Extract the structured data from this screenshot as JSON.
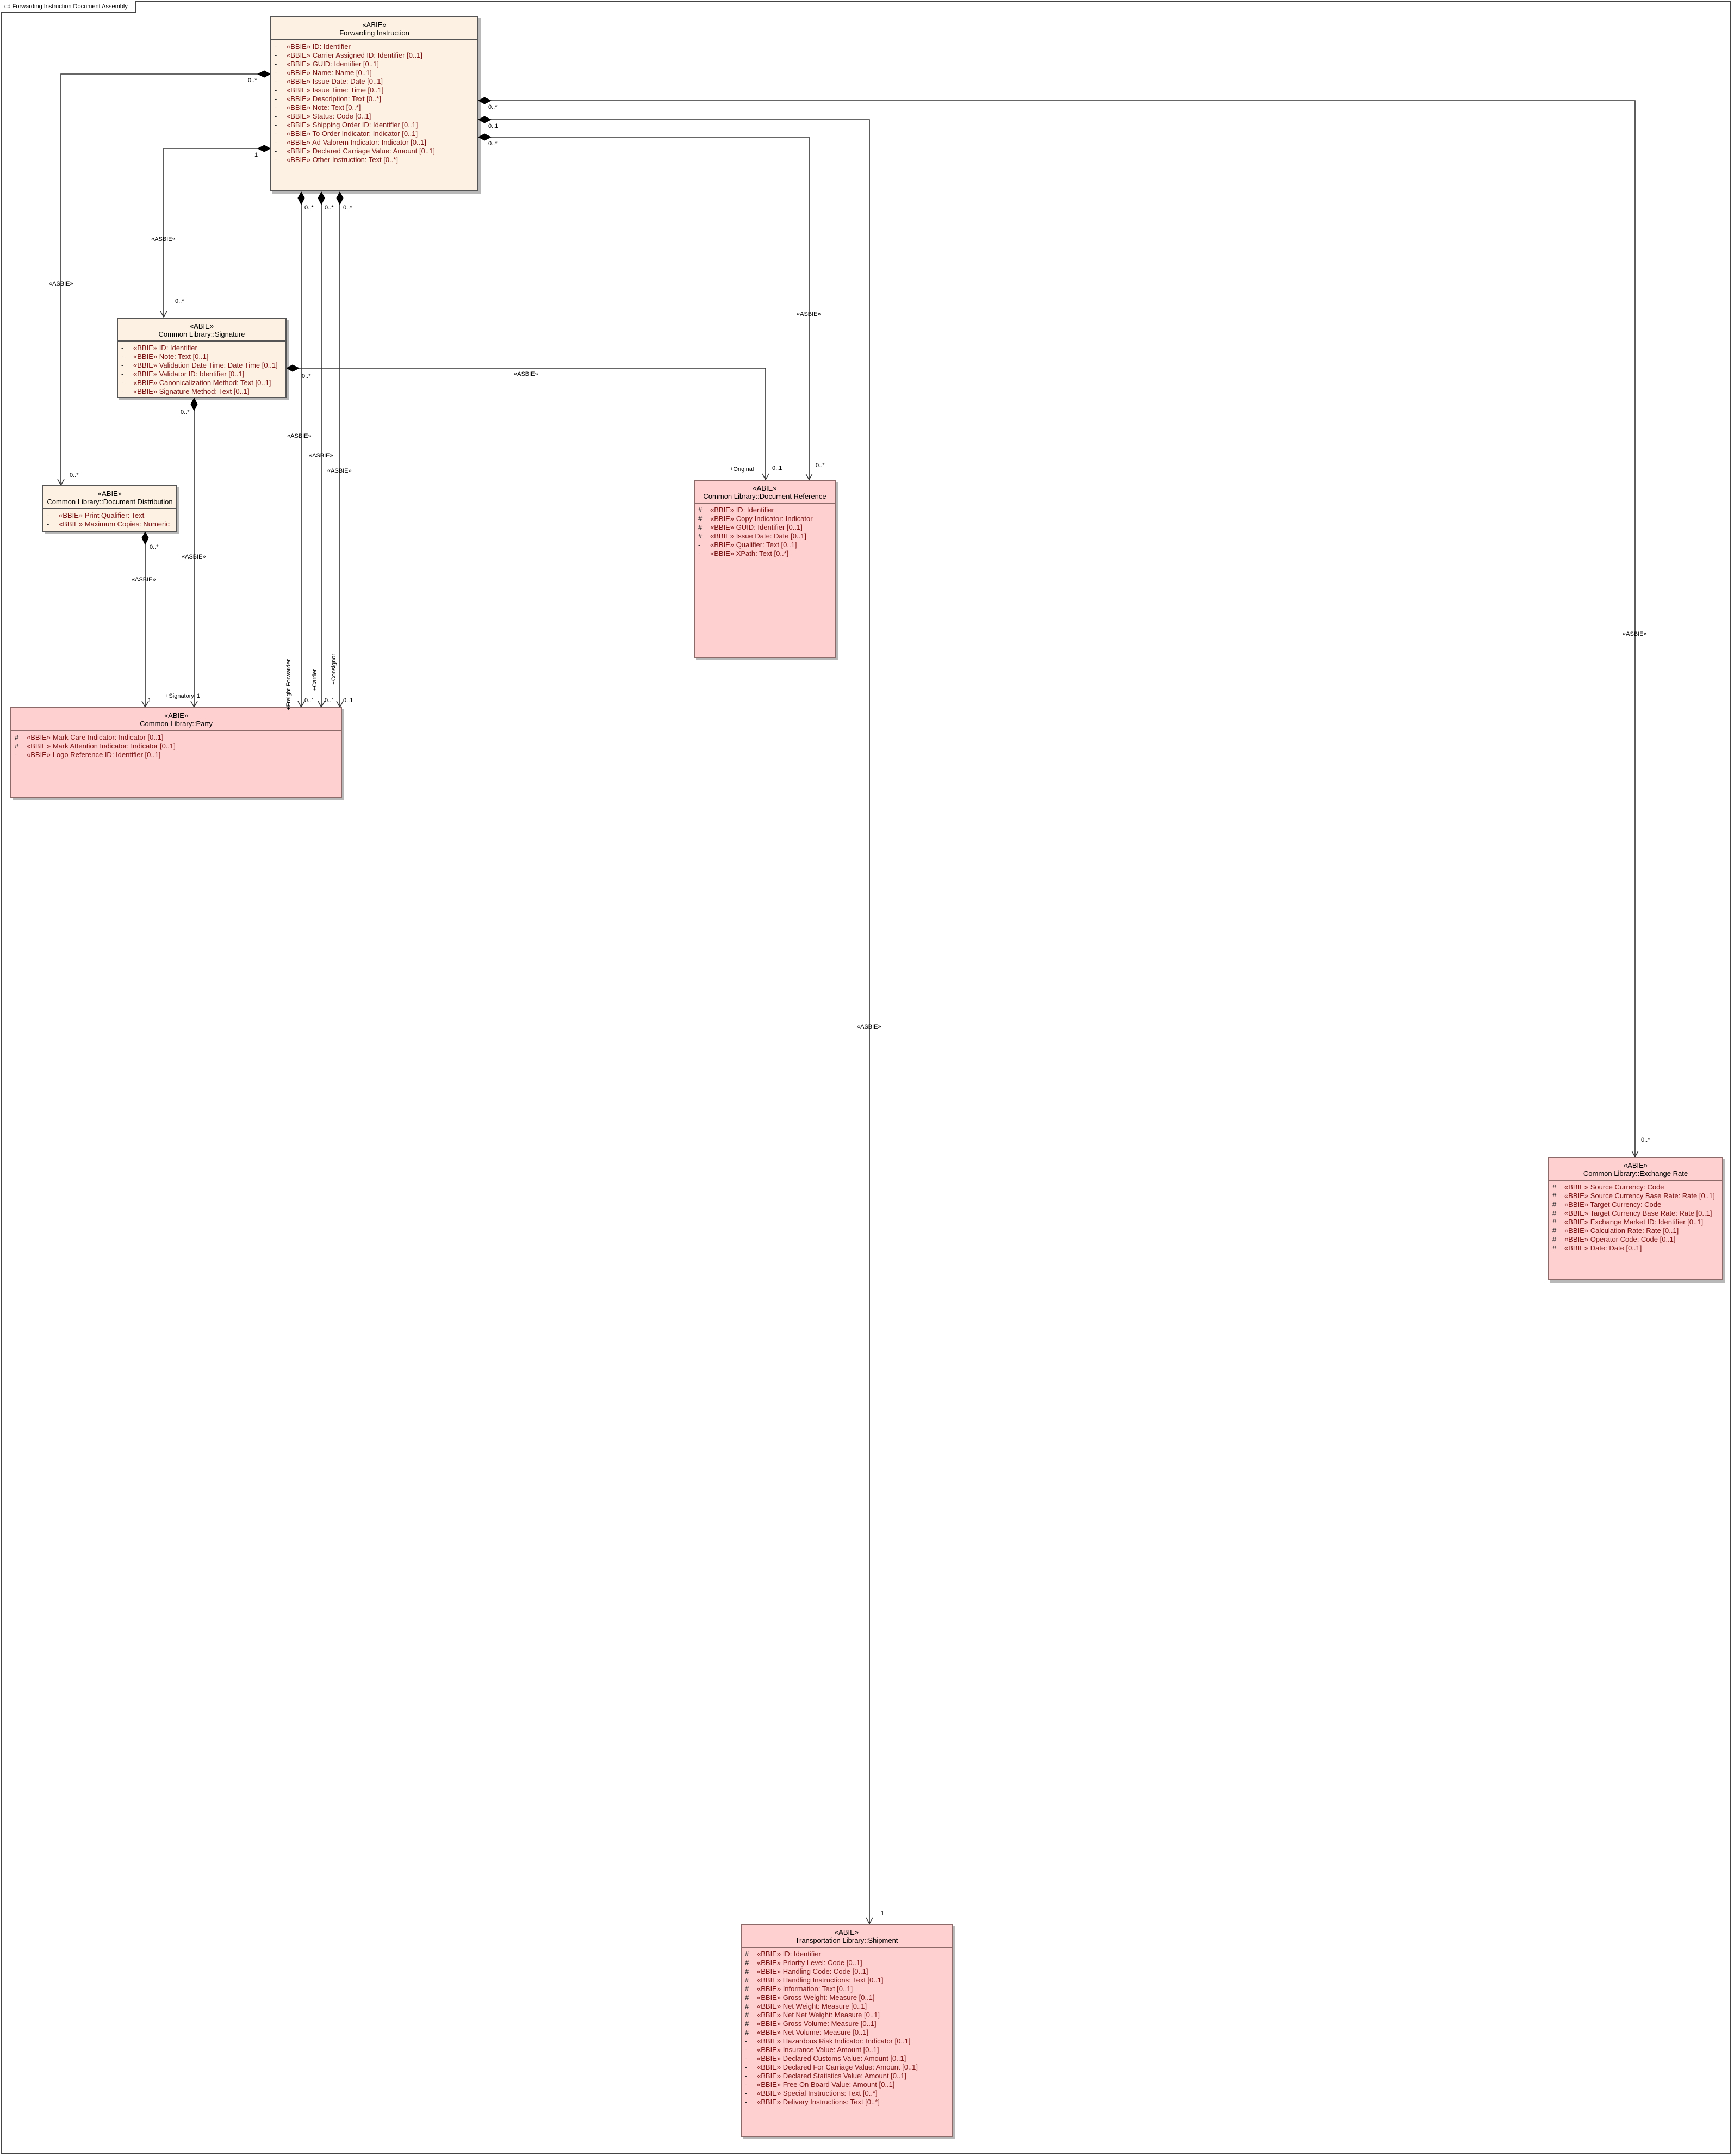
{
  "diagram_title": "cd Forwarding Instruction Document Assembly",
  "classes": {
    "forwarding_instruction": {
      "stereotype": "«ABIE»",
      "name": "Forwarding Instruction",
      "attributes": [
        {
          "vis": "-",
          "text": "«BBIE» ID:  Identifier"
        },
        {
          "vis": "-",
          "text": "«BBIE» Carrier Assigned ID:  Identifier [0..1]"
        },
        {
          "vis": "-",
          "text": "«BBIE» GUID:  Identifier [0..1]"
        },
        {
          "vis": "-",
          "text": "«BBIE» Name:  Name [0..1]"
        },
        {
          "vis": "-",
          "text": "«BBIE» Issue Date:  Date [0..1]"
        },
        {
          "vis": "-",
          "text": "«BBIE» Issue Time:  Time [0..1]"
        },
        {
          "vis": "-",
          "text": "«BBIE» Description:  Text [0..*]"
        },
        {
          "vis": "-",
          "text": "«BBIE» Note:  Text [0..*]"
        },
        {
          "vis": "-",
          "text": "«BBIE» Status:  Code [0..1]"
        },
        {
          "vis": "-",
          "text": "«BBIE» Shipping Order ID:  Identifier [0..1]"
        },
        {
          "vis": "-",
          "text": "«BBIE» To Order Indicator:  Indicator [0..1]"
        },
        {
          "vis": "-",
          "text": "«BBIE» Ad Valorem Indicator:  Indicator [0..1]"
        },
        {
          "vis": "-",
          "text": "«BBIE» Declared Carriage Value:  Amount [0..1]"
        },
        {
          "vis": "-",
          "text": "«BBIE» Other Instruction:  Text [0..*]"
        }
      ]
    },
    "signature": {
      "stereotype": "«ABIE»",
      "name": "Common Library::Signature",
      "attributes": [
        {
          "vis": "-",
          "text": "«BBIE» ID:  Identifier"
        },
        {
          "vis": "-",
          "text": "«BBIE» Note:  Text [0..1]"
        },
        {
          "vis": "-",
          "text": "«BBIE» Validation Date Time:  Date Time [0..1]"
        },
        {
          "vis": "-",
          "text": "«BBIE» Validator ID:  Identifier [0..1]"
        },
        {
          "vis": "-",
          "text": "«BBIE» Canonicalization Method:  Text [0..1]"
        },
        {
          "vis": "-",
          "text": "«BBIE» Signature Method:  Text [0..1]"
        }
      ]
    },
    "document_distribution": {
      "stereotype": "«ABIE»",
      "name": "Common Library::Document Distribution",
      "attributes": [
        {
          "vis": "-",
          "text": "«BBIE» Print Qualifier:  Text"
        },
        {
          "vis": "-",
          "text": "«BBIE» Maximum Copies:  Numeric"
        }
      ]
    },
    "party": {
      "stereotype": "«ABIE»",
      "name": "Common Library::Party",
      "attributes": [
        {
          "vis": "#",
          "text": "«BBIE» Mark Care Indicator:  Indicator [0..1]"
        },
        {
          "vis": "#",
          "text": "«BBIE» Mark Attention Indicator:  Indicator [0..1]"
        },
        {
          "vis": "-",
          "text": "«BBIE» Logo Reference ID:  Identifier [0..1]"
        }
      ]
    },
    "document_reference": {
      "stereotype": "«ABIE»",
      "name": "Common Library::Document Reference",
      "attributes": [
        {
          "vis": "#",
          "text": "«BBIE» ID:  Identifier"
        },
        {
          "vis": "#",
          "text": "«BBIE» Copy Indicator:  Indicator"
        },
        {
          "vis": "#",
          "text": "«BBIE» GUID:  Identifier [0..1]"
        },
        {
          "vis": "#",
          "text": "«BBIE» Issue Date:  Date [0..1]"
        },
        {
          "vis": "-",
          "text": "«BBIE» Qualifier:  Text [0..1]"
        },
        {
          "vis": "-",
          "text": "«BBIE» XPath:  Text [0..*]"
        }
      ]
    },
    "exchange_rate": {
      "stereotype": "«ABIE»",
      "name": "Common Library::Exchange Rate",
      "attributes": [
        {
          "vis": "#",
          "text": "«BBIE» Source Currency:  Code"
        },
        {
          "vis": "#",
          "text": "«BBIE» Source Currency Base Rate:  Rate [0..1]"
        },
        {
          "vis": "#",
          "text": "«BBIE» Target Currency:  Code"
        },
        {
          "vis": "#",
          "text": "«BBIE» Target Currency Base Rate:  Rate [0..1]"
        },
        {
          "vis": "#",
          "text": "«BBIE» Exchange Market ID:  Identifier [0..1]"
        },
        {
          "vis": "#",
          "text": "«BBIE» Calculation Rate:  Rate [0..1]"
        },
        {
          "vis": "#",
          "text": "«BBIE» Operator Code:  Code [0..1]"
        },
        {
          "vis": "#",
          "text": "«BBIE» Date:  Date [0..1]"
        }
      ]
    },
    "shipment": {
      "stereotype": "«ABIE»",
      "name": "Transportation Library::Shipment",
      "attributes": [
        {
          "vis": "#",
          "text": "«BBIE» ID:  Identifier"
        },
        {
          "vis": "#",
          "text": "«BBIE» Priority Level:  Code [0..1]"
        },
        {
          "vis": "#",
          "text": "«BBIE» Handling Code:  Code [0..1]"
        },
        {
          "vis": "#",
          "text": "«BBIE» Handling Instructions:  Text [0..1]"
        },
        {
          "vis": "#",
          "text": "«BBIE» Information:  Text [0..1]"
        },
        {
          "vis": "#",
          "text": "«BBIE» Gross Weight:  Measure [0..1]"
        },
        {
          "vis": "#",
          "text": "«BBIE» Net Weight:  Measure [0..1]"
        },
        {
          "vis": "#",
          "text": "«BBIE» Net Net Weight:  Measure [0..1]"
        },
        {
          "vis": "#",
          "text": "«BBIE» Gross Volume:  Measure [0..1]"
        },
        {
          "vis": "#",
          "text": "«BBIE» Net Volume:  Measure [0..1]"
        },
        {
          "vis": "-",
          "text": "«BBIE» Hazardous Risk Indicator:  Indicator [0..1]"
        },
        {
          "vis": "-",
          "text": "«BBIE» Insurance Value:  Amount [0..1]"
        },
        {
          "vis": "-",
          "text": "«BBIE» Declared Customs Value:  Amount [0..1]"
        },
        {
          "vis": "-",
          "text": "«BBIE» Declared For Carriage Value:  Amount [0..1]"
        },
        {
          "vis": "-",
          "text": "«BBIE» Declared Statistics Value:  Amount [0..1]"
        },
        {
          "vis": "-",
          "text": "«BBIE» Free On Board Value:  Amount [0..1]"
        },
        {
          "vis": "-",
          "text": "«BBIE» Special Instructions:  Text [0..*]"
        },
        {
          "vis": "-",
          "text": "«BBIE» Delivery Instructions:  Text [0..*]"
        }
      ]
    }
  },
  "labels": {
    "asbie": "«ASBIE»",
    "mult_many": "0..*",
    "mult_opt": "0..1",
    "mult_one": "1",
    "role_original": "+Original",
    "role_signatory": "+Signatory",
    "role_freight_forwarder": "+Freight Forwarder",
    "role_carrier": "+Carrier",
    "role_consignor": "+Consignor"
  }
}
